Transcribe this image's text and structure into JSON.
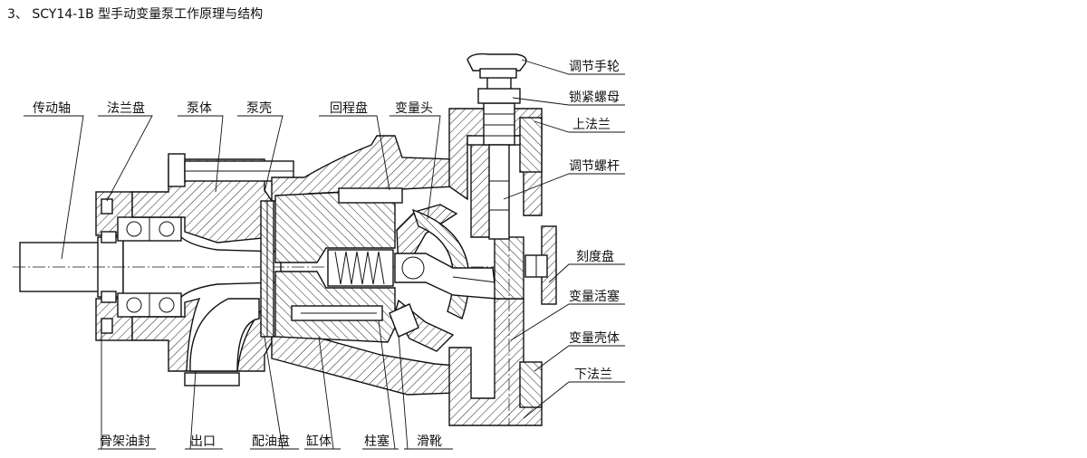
{
  "title": "3、 SCY14-1B 型手动变量泵工作原理与结构",
  "labels": {
    "drive_shaft": "传动轴",
    "flange_plate": "法兰盘",
    "pump_body": "泵体",
    "pump_casing": "泵壳",
    "return_plate": "回程盘",
    "variable_head": "变量头",
    "adjust_handwheel": "调节手轮",
    "lock_nut": "锁紧螺母",
    "upper_flange": "上法兰",
    "adjust_screw": "调节螺杆",
    "dial": "刻度盘",
    "variable_piston": "变量活塞",
    "variable_housing": "变量壳体",
    "lower_flange": "下法兰",
    "skeleton_seal": "骨架油封",
    "outlet": "出口",
    "port_plate": "配油盘",
    "cylinder": "缸体",
    "plunger": "柱塞",
    "slipper": "滑靴"
  }
}
